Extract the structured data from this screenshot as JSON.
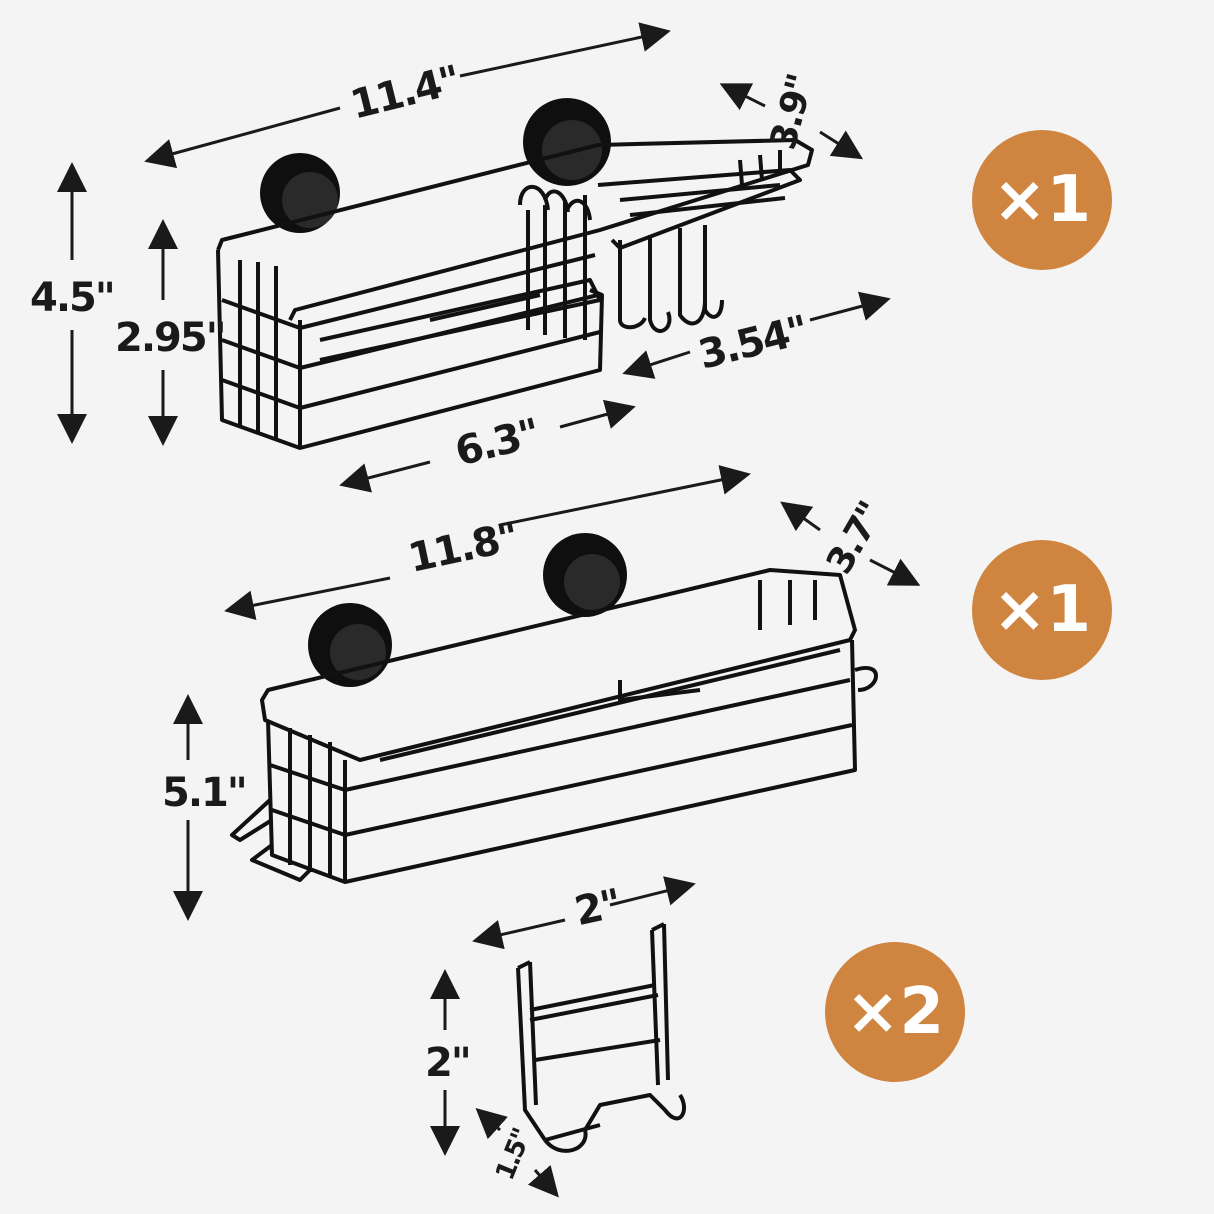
{
  "diagram": {
    "subject": "Shower caddy set dimensions",
    "accent_color": "#CF8440",
    "items": [
      {
        "name": "basket-with-soap-dish",
        "quantity_label": "×1",
        "dimensions": {
          "total_width": "11.4\"",
          "depth": "3.9\"",
          "total_height": "4.5\"",
          "basket_height": "2.95\"",
          "basket_width": "6.3\"",
          "soap_dish_width": "3.54\""
        }
      },
      {
        "name": "large-basket",
        "quantity_label": "×1",
        "dimensions": {
          "width": "11.8\"",
          "depth": "3.7\"",
          "height": "5.1\""
        }
      },
      {
        "name": "hook",
        "quantity_label": "×2",
        "dimensions": {
          "width": "2\"",
          "height": "2\"",
          "depth": "1.5\""
        }
      }
    ]
  }
}
